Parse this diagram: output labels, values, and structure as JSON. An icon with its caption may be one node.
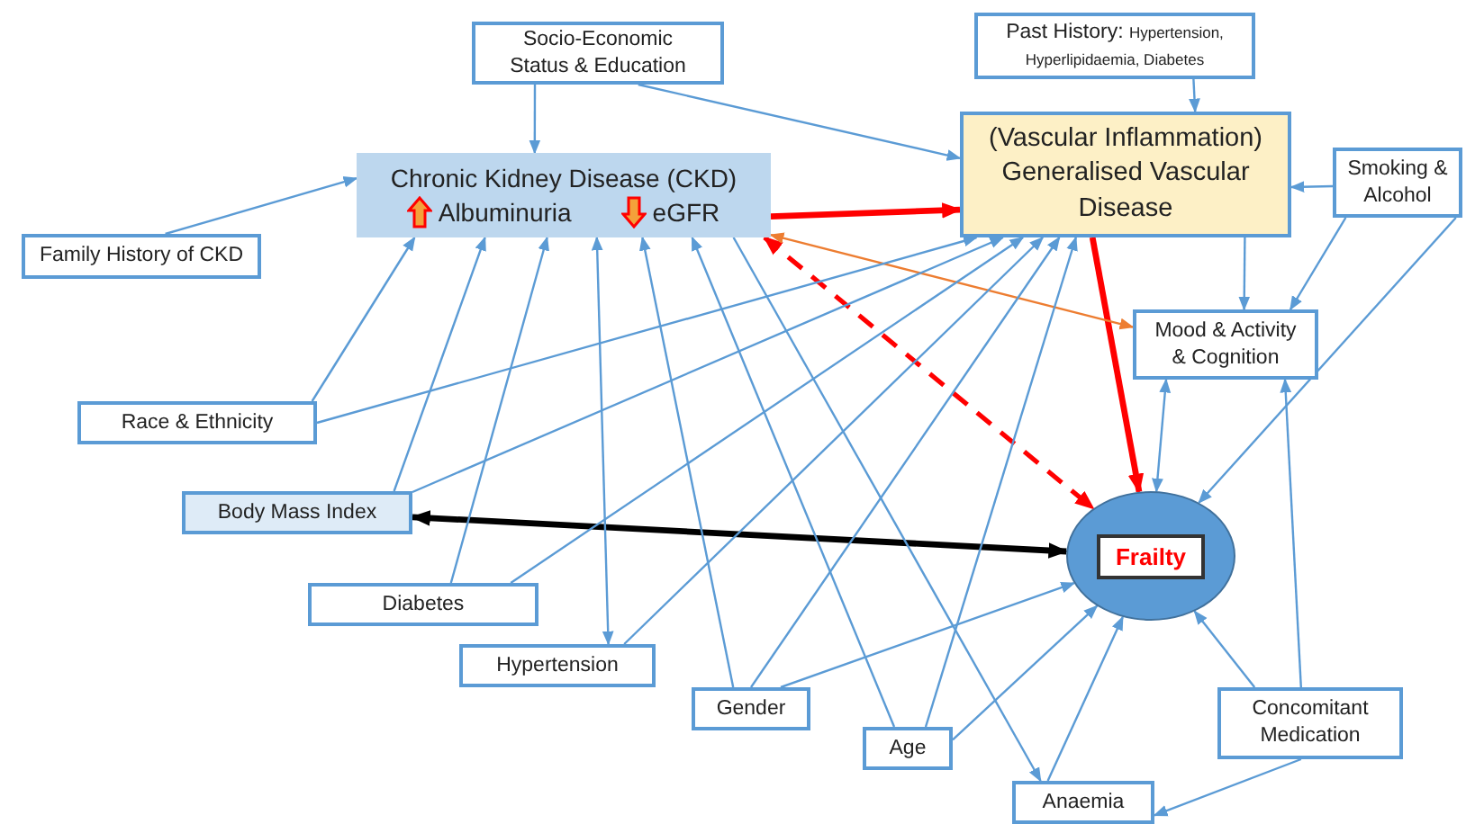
{
  "diagram": {
    "nodes": [
      {
        "text": [
          "Socio-Economic Status & Education"
        ]
      },
      {
        "text": [
          "Past History:",
          "Hypertension, Hyperlipidaemia, Diabetes"
        ]
      },
      {
        "text": [
          "Chronic Kidney Disease (CKD)",
          "Albuminuria",
          "eGFR"
        ]
      },
      {
        "text": [
          "(Vascular Inflammation) Generalised Vascular Disease"
        ]
      },
      {
        "text": [
          "Smoking & Alcohol"
        ]
      },
      {
        "text": [
          "Family History of CKD"
        ]
      },
      {
        "text": [
          "Mood & Activity & Cognition"
        ]
      },
      {
        "text": [
          "Race & Ethnicity"
        ]
      },
      {
        "text": [
          "Body Mass Index"
        ]
      },
      {
        "text": [
          "Frailty"
        ]
      },
      {
        "text": [
          "Diabetes"
        ]
      },
      {
        "text": [
          "Hypertension"
        ]
      },
      {
        "text": [
          "Gender"
        ]
      },
      {
        "text": [
          "Age"
        ]
      },
      {
        "text": [
          "Concomitant Medication"
        ]
      },
      {
        "text": [
          "Anaemia"
        ]
      }
    ],
    "edges": [
      {
        "from": 0,
        "to": 2,
        "arrow": "to"
      },
      {
        "from": 0,
        "to": 3,
        "arrow": "to"
      },
      {
        "from": 1,
        "to": 3,
        "arrow": "to"
      },
      {
        "from": 4,
        "to": 3,
        "arrow": "to"
      },
      {
        "from": 5,
        "to": 2,
        "arrow": "to"
      },
      {
        "from": 2,
        "to": 3,
        "arrow": "to",
        "style": "thick",
        "color": "#ff0000"
      },
      {
        "from": 3,
        "to": 9,
        "arrow": "to",
        "style": "thick",
        "color": "#ff0000"
      },
      {
        "from": 2,
        "to": 9,
        "arrow": "both",
        "style": "dashed",
        "color": "#ff0000"
      },
      {
        "from": 2,
        "to": 6,
        "arrow": "both",
        "color": "#ed7d31"
      },
      {
        "from": 8,
        "to": 9,
        "arrow": "both",
        "style": "thick",
        "color": "#000000"
      },
      {
        "from": 3,
        "to": 6,
        "arrow": "to"
      },
      {
        "from": 4,
        "to": 6,
        "arrow": "to"
      },
      {
        "from": 4,
        "to": 9,
        "arrow": "to"
      },
      {
        "from": 9,
        "to": 6,
        "arrow": "both"
      },
      {
        "from": 14,
        "to": 6,
        "arrow": "to"
      },
      {
        "from": 14,
        "to": 9,
        "arrow": "to"
      },
      {
        "from": 14,
        "to": 15,
        "arrow": "to"
      },
      {
        "from": 15,
        "to": 9,
        "arrow": "to"
      },
      {
        "from": 13,
        "to": 9,
        "arrow": "to"
      },
      {
        "from": 12,
        "to": 9,
        "arrow": "to"
      },
      {
        "from": 7,
        "to": 2,
        "arrow": "to"
      },
      {
        "from": 7,
        "to": 3,
        "arrow": "to"
      },
      {
        "from": 8,
        "to": 2,
        "arrow": "to"
      },
      {
        "from": 8,
        "to": 3,
        "arrow": "to"
      },
      {
        "from": 10,
        "to": 2,
        "arrow": "to"
      },
      {
        "from": 10,
        "to": 3,
        "arrow": "to"
      },
      {
        "from": 2,
        "to": 11,
        "arrow": "both"
      },
      {
        "from": 11,
        "to": 3,
        "arrow": "to"
      },
      {
        "from": 12,
        "to": 2,
        "arrow": "to"
      },
      {
        "from": 12,
        "to": 3,
        "arrow": "to"
      },
      {
        "from": 13,
        "to": 2,
        "arrow": "to"
      },
      {
        "from": 13,
        "to": 3,
        "arrow": "to"
      },
      {
        "from": 2,
        "to": 15,
        "arrow": "to"
      }
    ]
  }
}
